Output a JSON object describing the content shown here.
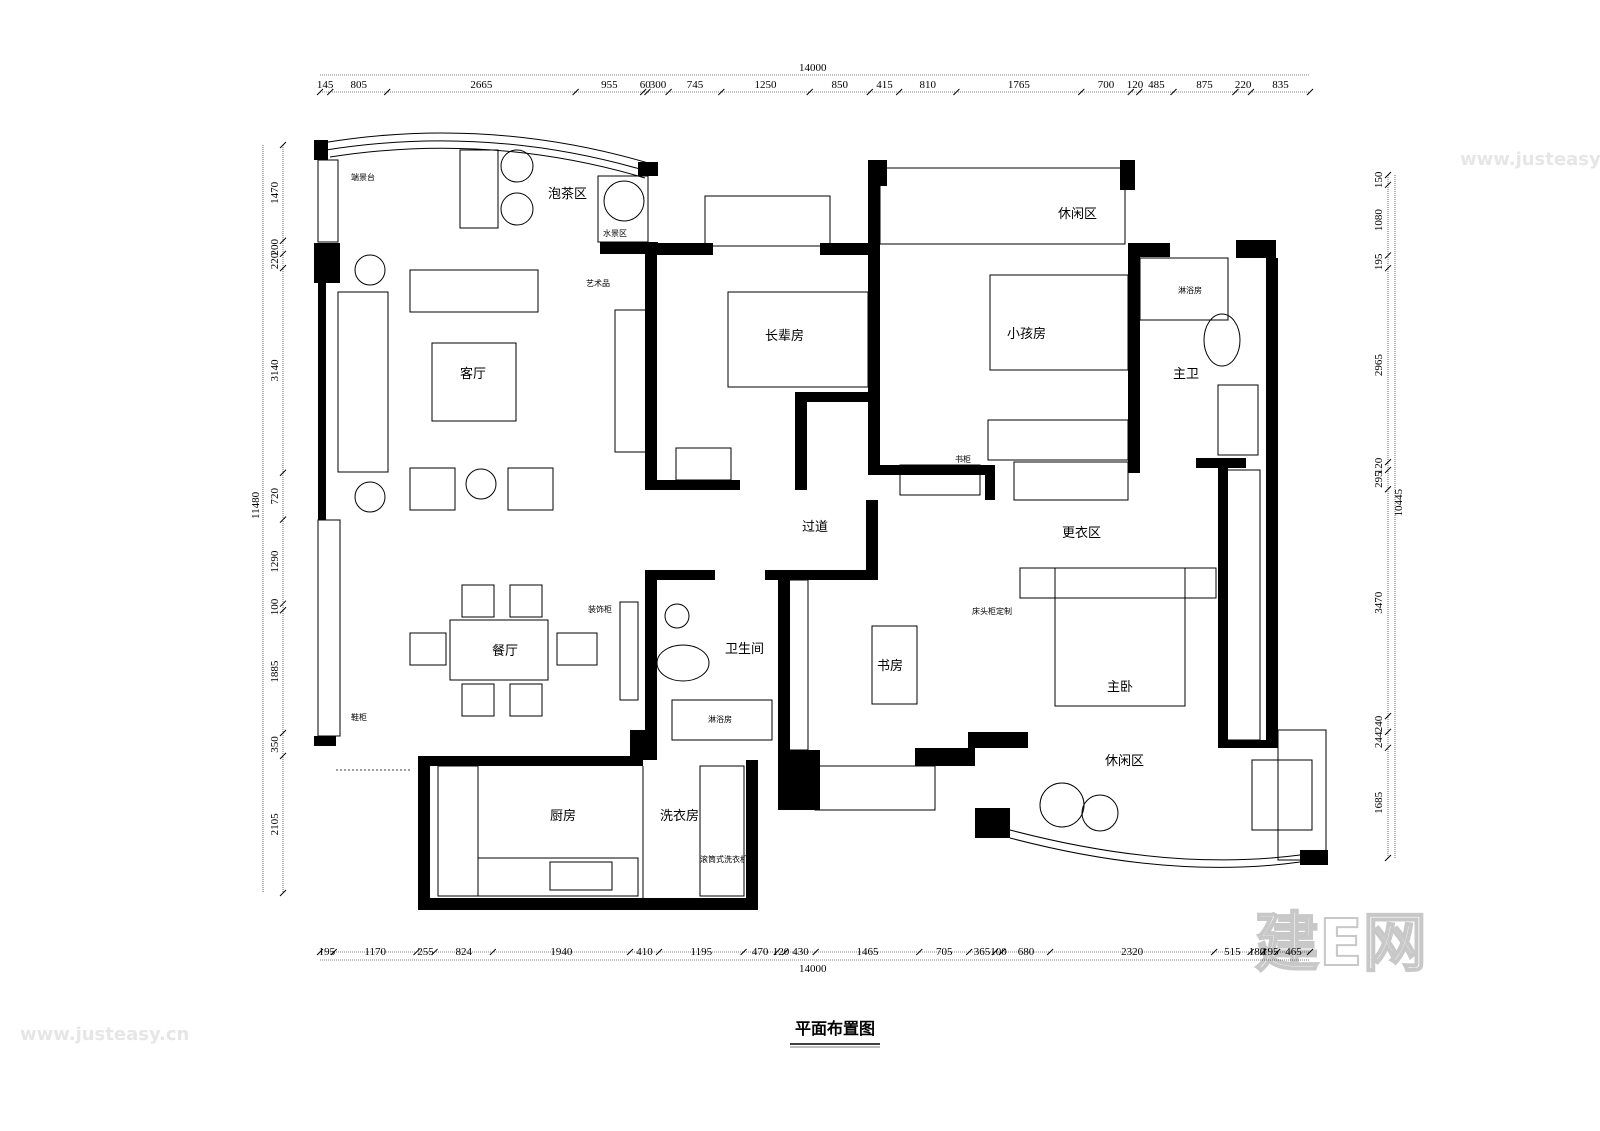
{
  "title": "平面布置图",
  "watermark": {
    "logo": "建E网",
    "url": "www.justeasy.cn"
  },
  "rooms": {
    "living": "客厅",
    "tea_area": "泡茶区",
    "water_feature": "水景区",
    "planter": "端景台",
    "art": "艺术品",
    "elder_room": "长辈房",
    "kids_room": "小孩房",
    "leisure_top": "休闲区",
    "master_bath": "主卫",
    "shower_master": "淋浴房",
    "bookcase": "书柜",
    "corridor": "过道",
    "dressing": "更衣区",
    "dining": "餐厅",
    "decor_cabinet": "装饰柜",
    "bathroom": "卫生间",
    "shower": "淋浴房",
    "study": "书房",
    "bedside_custom": "床头柜定制",
    "master_bedroom": "主卧",
    "leisure_bottom": "休闲区",
    "kitchen": "厨房",
    "laundry": "洗衣房",
    "washer": "滚筒式洗衣机",
    "shoe_cabinet": "鞋柜"
  },
  "dimensions": {
    "top": {
      "total": "14000",
      "segments": [
        145,
        805,
        2665,
        955,
        60,
        300,
        745,
        1250,
        850,
        415,
        810,
        1765,
        700,
        120,
        485,
        875,
        220,
        835
      ]
    },
    "bottom": {
      "total": "14000",
      "segments": [
        195,
        1170,
        255,
        824,
        1940,
        410,
        1195,
        470,
        120,
        430,
        1465,
        705,
        365,
        100,
        680,
        2320,
        515,
        180,
        195,
        465
      ]
    },
    "left": {
      "total": "11480",
      "segments": [
        1470,
        200,
        220,
        3140,
        720,
        1290,
        100,
        1885,
        350,
        2105
      ]
    },
    "right": {
      "total": "10445",
      "segments": [
        150,
        1080,
        195,
        2965,
        120,
        295,
        3470,
        240,
        244,
        1685
      ]
    }
  }
}
